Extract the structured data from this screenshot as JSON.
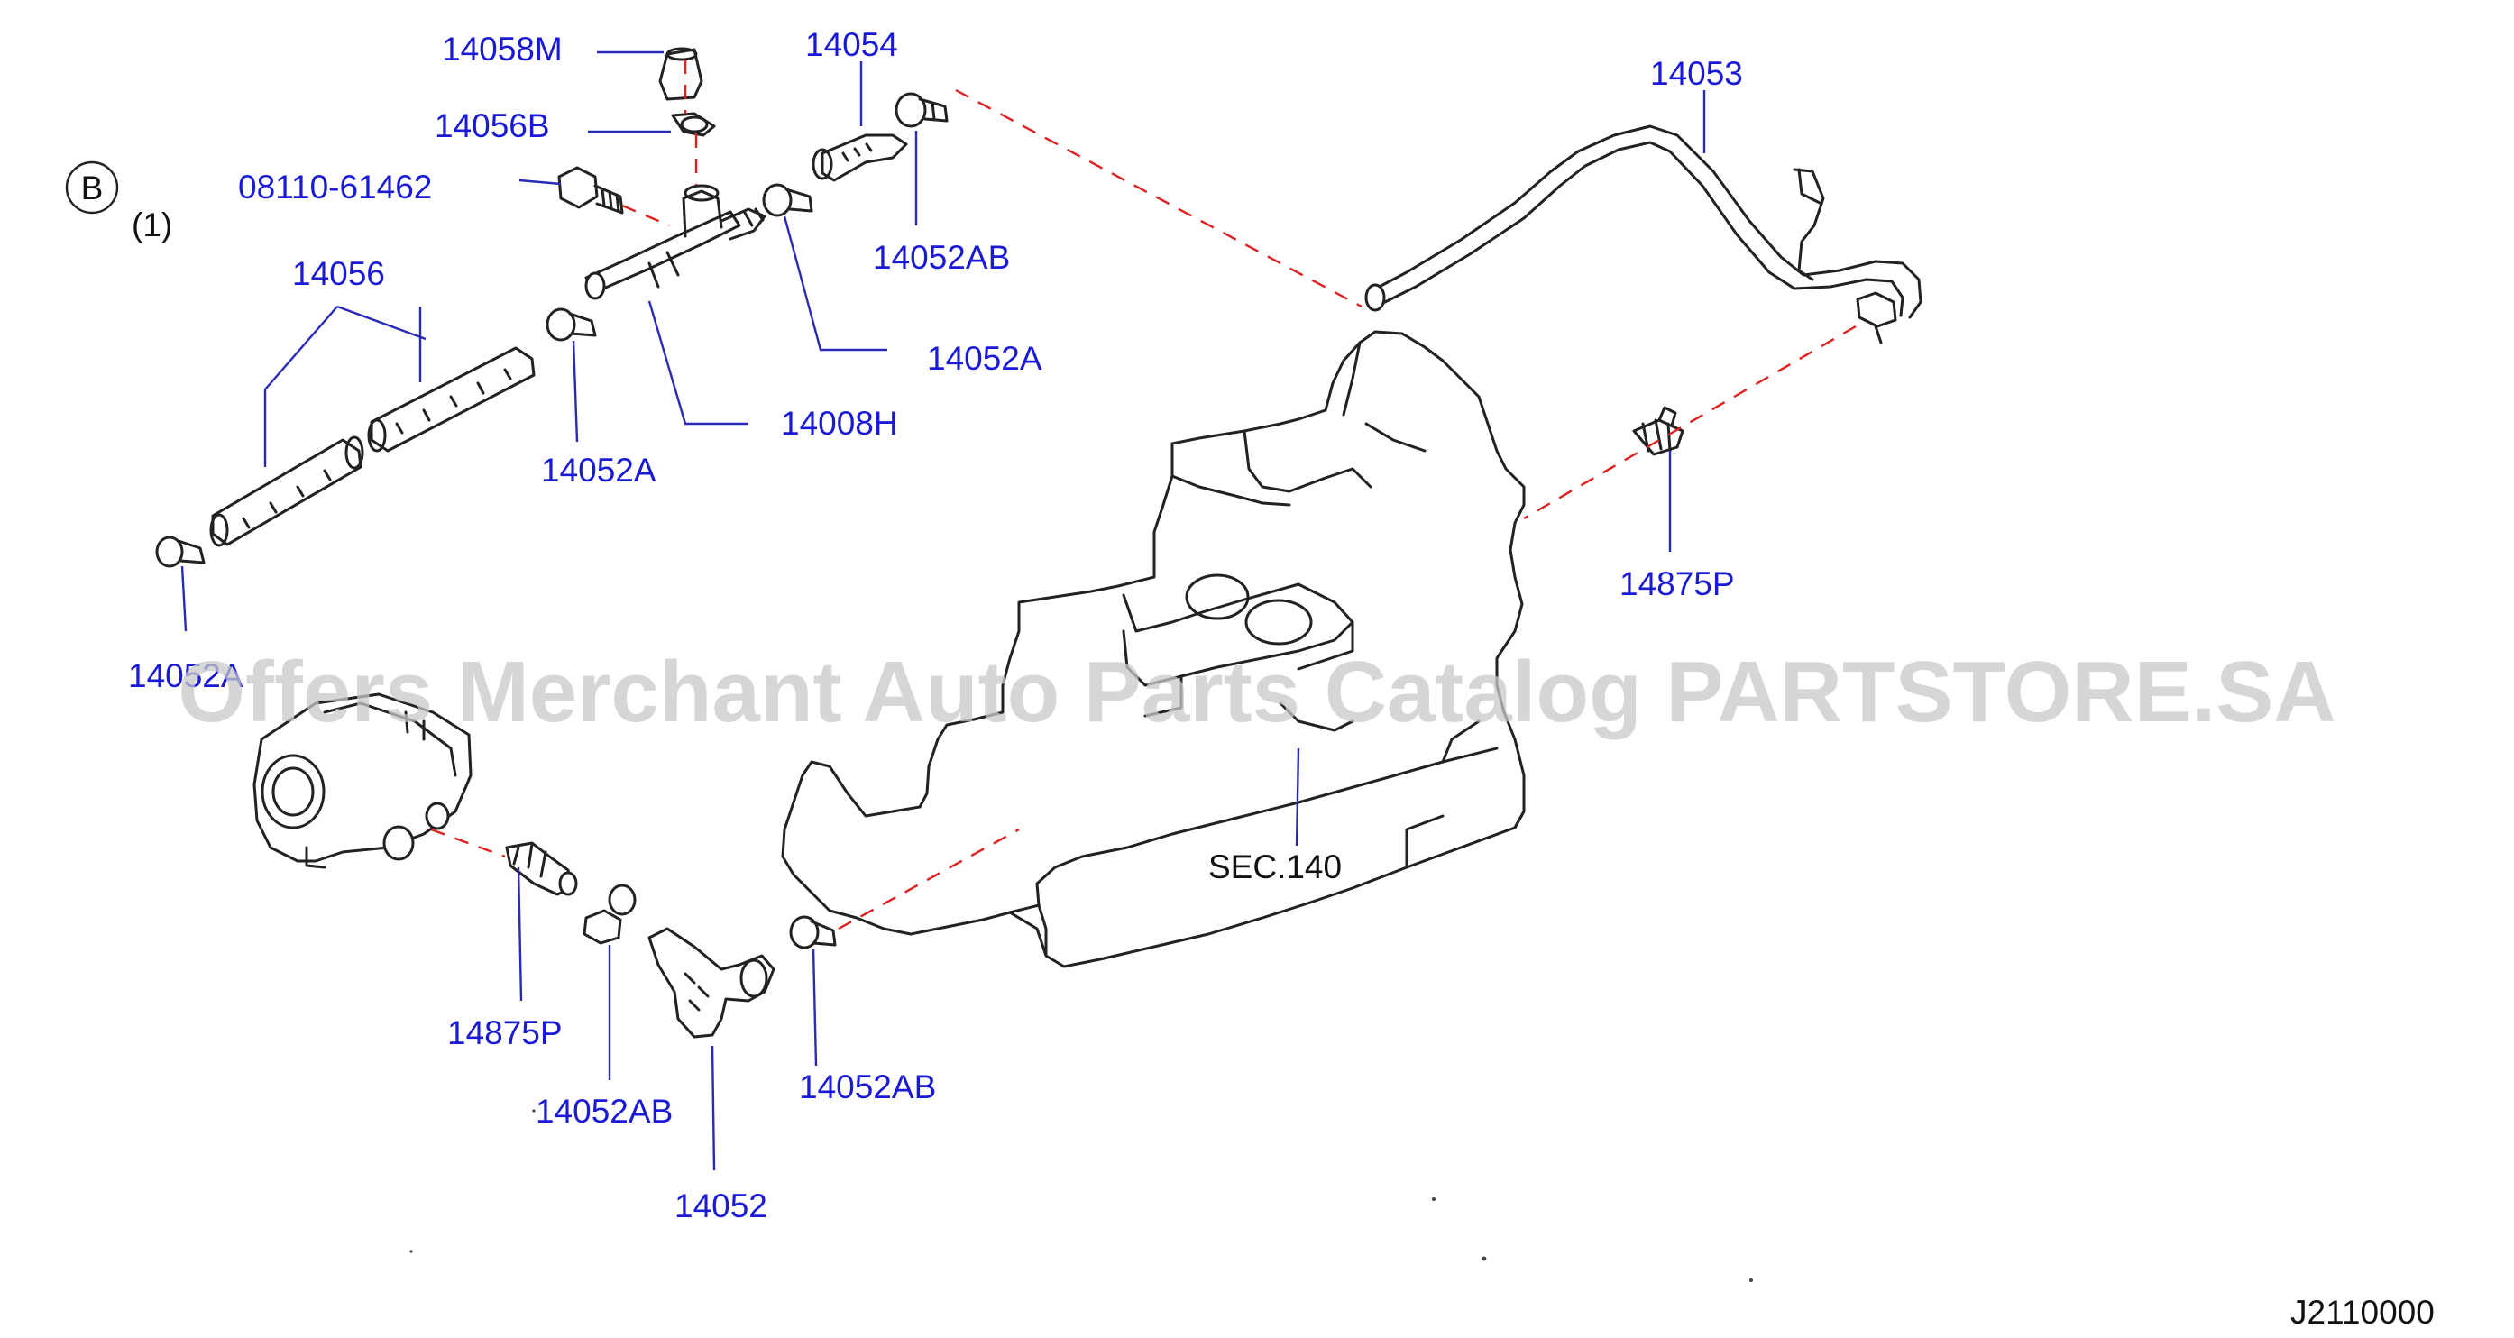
{
  "diagram": {
    "ref_marker": "B",
    "qualifier": "(1)",
    "labels": {
      "p14058M": "14058M",
      "p14054": "14054",
      "p14053": "14053",
      "p14056B": "14056B",
      "p08110": "08110-61462",
      "p14052AB_top": "14052AB",
      "p14056": "14056",
      "p14052A_right": "14052A",
      "p14008H": "14008H",
      "p14052A_mid": "14052A",
      "p14875P_right": "14875P",
      "p14052A_left": "14052A",
      "sec140": "SEC.140",
      "p14875P_bottom": "14875P",
      "p14052AB_bl": "14052AB",
      "p14052AB_br": "14052AB",
      "p14052": "14052"
    },
    "diagram_code": "J2110000"
  },
  "watermark": "Offers Merchant Auto Parts Catalog PARTSTORE.SA",
  "colors": {
    "callout_text": "#1a1ad6",
    "leader_line": "#2a2ab8",
    "dashed_connector": "#e01f1f",
    "line_art": "#222222"
  }
}
